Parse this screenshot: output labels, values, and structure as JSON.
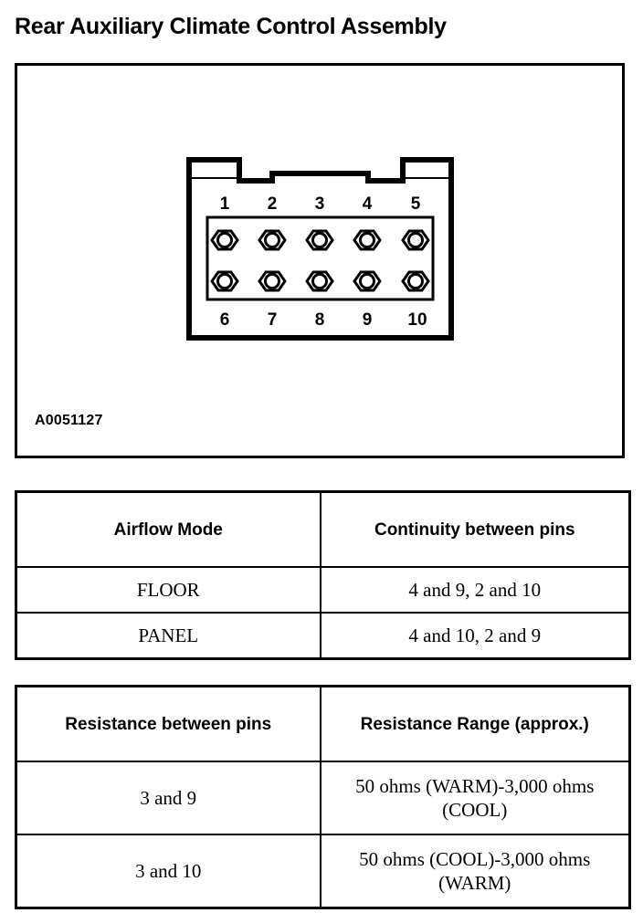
{
  "page": {
    "title": "Rear Auxiliary Climate Control Assembly"
  },
  "figure": {
    "id_label": "A0051127",
    "connector": {
      "name": "10-pin connector pinout",
      "top_row_labels": [
        "1",
        "2",
        "3",
        "4",
        "5"
      ],
      "bottom_row_labels": [
        "6",
        "7",
        "8",
        "9",
        "10"
      ],
      "pin_count": 10,
      "pin_symbol": "hex-socket-icon"
    }
  },
  "tables": [
    {
      "name": "airflow-continuity-table",
      "headers": [
        "Airflow Mode",
        "Continuity between pins"
      ],
      "rows": [
        [
          "FLOOR",
          "4 and 9, 2 and 10"
        ],
        [
          "PANEL",
          "4 and 10, 2 and 9"
        ]
      ]
    },
    {
      "name": "resistance-table",
      "headers": [
        "Resistance between pins",
        "Resistance Range (approx.)"
      ],
      "rows": [
        [
          "3 and 9",
          "50 ohms (WARM)-3,000 ohms (COOL)"
        ],
        [
          "3 and 10",
          "50 ohms (COOL)-3,000 ohms (WARM)"
        ]
      ]
    }
  ],
  "colors": {
    "ink": "#000000",
    "paper": "#ffffff"
  }
}
